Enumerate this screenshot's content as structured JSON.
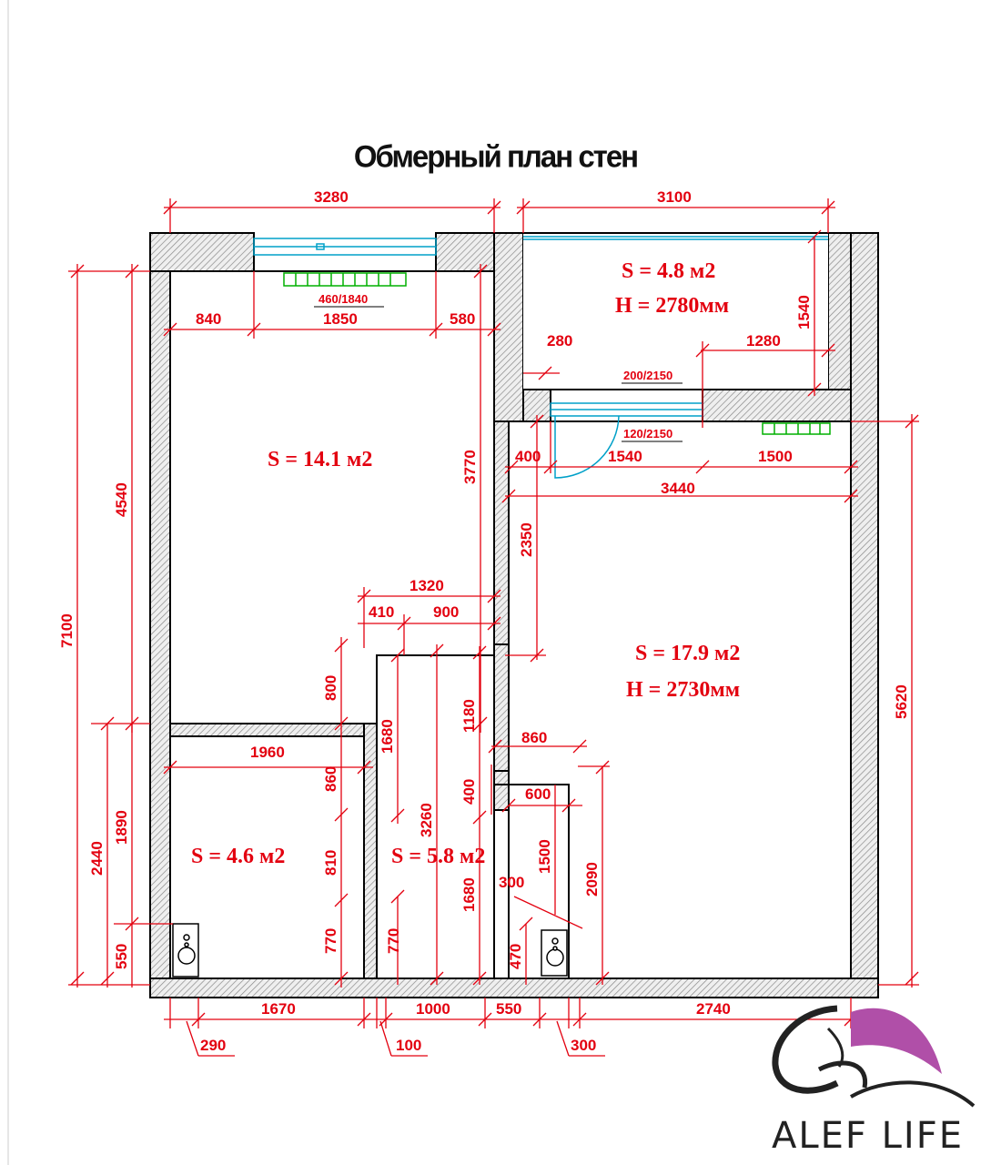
{
  "title": "Обмерный план стен",
  "rooms": {
    "room1": {
      "area": "S = 14.1 м2"
    },
    "room2": {
      "area": "S = 4.8 м2",
      "height": "H = 2780мм"
    },
    "room3": {
      "area": "S = 17.9 м2",
      "height": "H = 2730мм"
    },
    "room4": {
      "area": "S = 4.6 м2"
    },
    "room5": {
      "area": "S = 5.8 м2"
    }
  },
  "dims": {
    "top_left": "3280",
    "top_right": "3100",
    "w840": "840",
    "w1850": "1850",
    "w580": "580",
    "win1": "460/1840",
    "h1540": "1540",
    "w280": "280",
    "w1280": "1280",
    "win2": "200/2150",
    "door1": "120/2150",
    "w400a": "400",
    "w1540": "1540",
    "w1500": "1500",
    "w3440": "3440",
    "h3770": "3770",
    "h2350": "2350",
    "w1320": "1320",
    "w410": "410",
    "w900": "900",
    "h800": "800",
    "h1180": "1180",
    "h1680a": "1680",
    "w860a": "860",
    "h860": "860",
    "h400": "400",
    "w600": "600",
    "w1960": "1960",
    "h3260": "3260",
    "h1500": "1500",
    "h2090": "2090",
    "w300a": "300",
    "h810": "810",
    "h1680b": "1680",
    "h770a": "770",
    "h770b": "770",
    "h470": "470",
    "h4540": "4540",
    "h7100": "7100",
    "h2440": "2440",
    "h1890": "1890",
    "h550": "550",
    "h5620": "5620",
    "b1670": "1670",
    "b1000": "1000",
    "b550": "550",
    "b2740": "2740",
    "b290": "290",
    "b100": "100",
    "b300": "300"
  },
  "brand": {
    "name": "ALEF LIFE"
  },
  "colors": {
    "dimension": "#e3000f",
    "wall_outline": "#000000",
    "window": "#00a0c8",
    "radiator": "#00b000",
    "logo_accent": "#b04fa8"
  }
}
